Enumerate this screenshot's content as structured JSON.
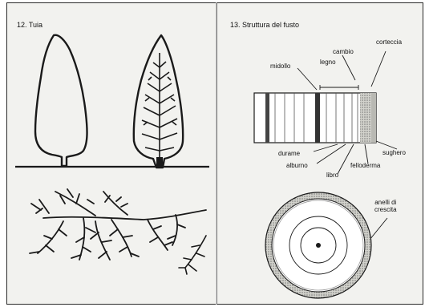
{
  "left_page": {
    "title": "12. Tuia"
  },
  "right_page": {
    "title": "13. Struttura del fusto",
    "labels": {
      "corteccia": "corteccia",
      "cambio": "cambio",
      "legno": "legno",
      "midollo": "midollo",
      "durame": "durame",
      "alburno": "alburno",
      "libro": "libro",
      "felloderma": "felloderma",
      "sughero": "sughero",
      "anelli": "anelli di\ncrescita"
    }
  }
}
